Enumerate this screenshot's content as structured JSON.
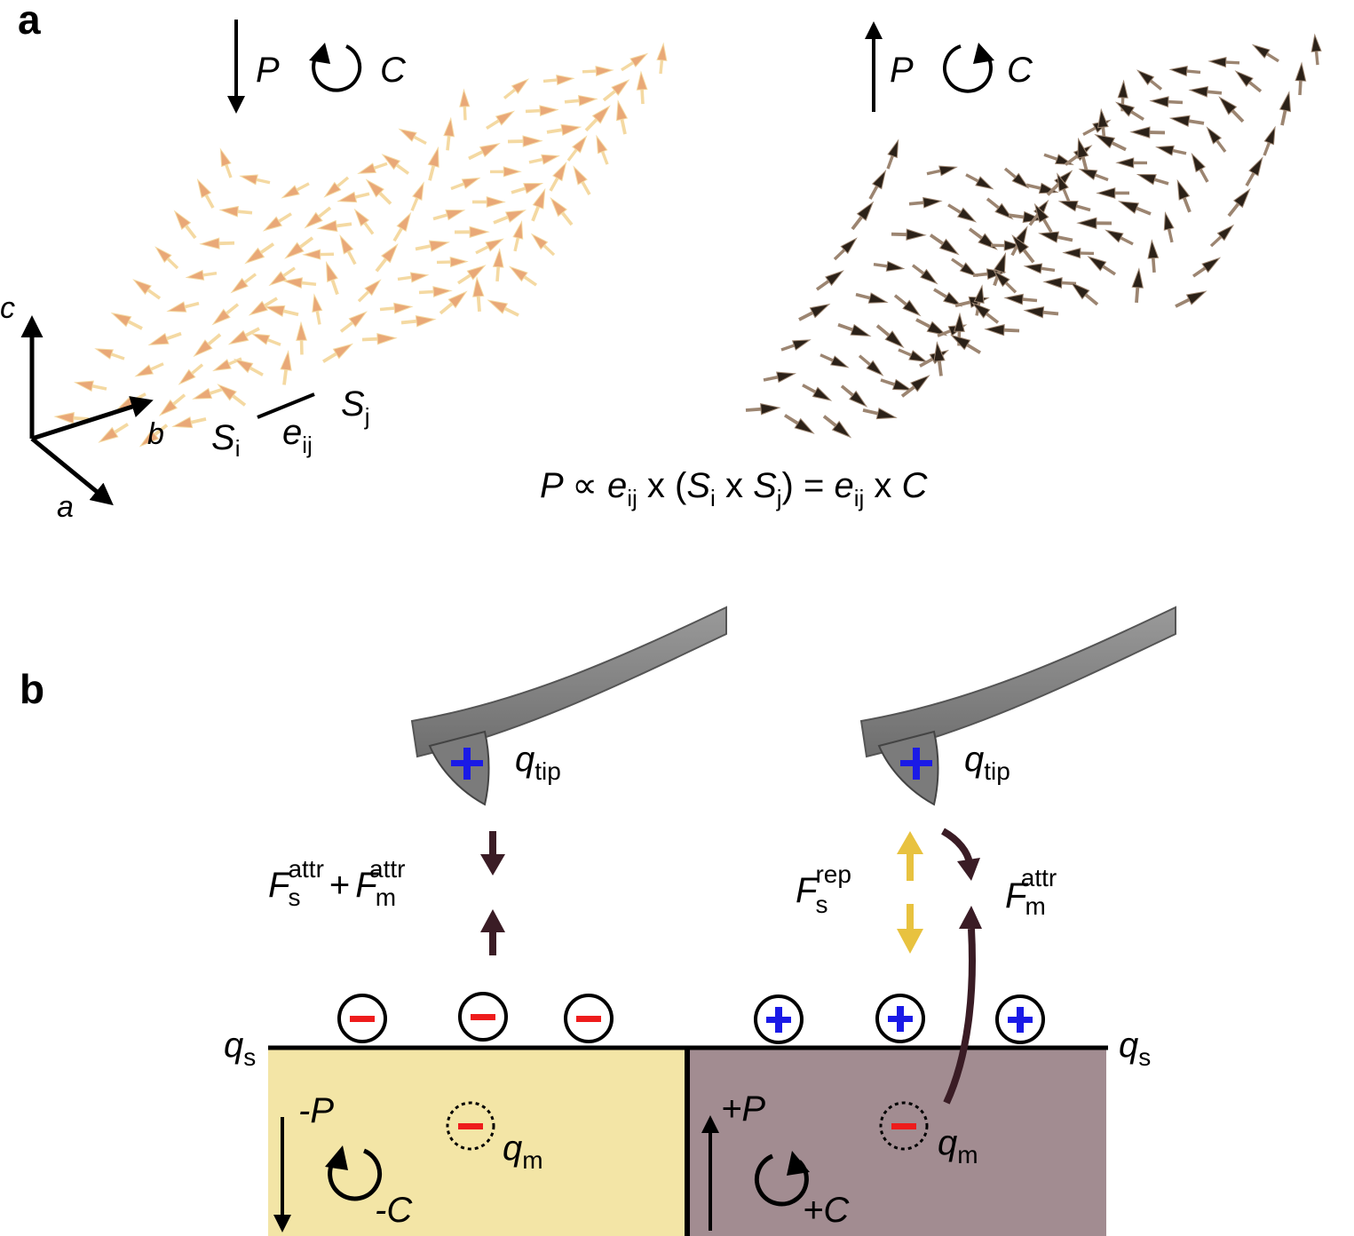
{
  "panel_a": {
    "label": "a",
    "left_texture": {
      "pol": "P",
      "chir": "C",
      "pol_dir": "down",
      "chir_dir": "counterclockwise",
      "arrow_color": "#e9a877",
      "arrow_color_light": "#f4d9a2"
    },
    "right_texture": {
      "pol": "P",
      "chir": "C",
      "pol_dir": "up",
      "chir_dir": "clockwise",
      "arrow_color": "#2b2118",
      "arrow_color_light": "#9c8571"
    },
    "axes": {
      "c": "c",
      "b": "b",
      "a": "a"
    },
    "bond": {
      "si": "S",
      "si_sub": "i",
      "sj": "S",
      "sj_sub": "j",
      "e": "e",
      "e_sub": "ij"
    },
    "equation": {
      "p1": "P ∝ ",
      "e1": "e",
      "e1_sub": "ij",
      "p2": " x (",
      "s1": "S",
      "s1_sub": "i",
      "p3": " x ",
      "s2": "S",
      "s2_sub": "j",
      "p4": ") = ",
      "e2": "e",
      "e2_sub": "ij",
      "p5": " x ",
      "c": "C"
    }
  },
  "panel_b": {
    "label": "b",
    "left": {
      "tip_label": "q",
      "tip_sub": "tip",
      "tip_sign": "+",
      "force": {
        "f1": "F",
        "f1_sub": "s",
        "f1_sup": "attr",
        "plus": "+",
        "f2": "F",
        "f2_sub": "m",
        "f2_sup": "attr"
      },
      "surface_signs": [
        "−",
        "−",
        "−"
      ],
      "bulk_sign": "−",
      "qm": "q",
      "qm_sub": "m",
      "pol": "-P",
      "chir": "-C",
      "fill": "#f3e5a6"
    },
    "right": {
      "tip_label": "q",
      "tip_sub": "tip",
      "tip_sign": "+",
      "force_rep": {
        "f": "F",
        "sub": "s",
        "sup": "rep"
      },
      "force_attr": {
        "f": "F",
        "sub": "m",
        "sup": "attr"
      },
      "surface_signs": [
        "+",
        "+",
        "+"
      ],
      "bulk_sign": "−",
      "qm": "q",
      "qm_sub": "m",
      "pol": "+P",
      "chir": "+C",
      "fill": "#a28c91"
    },
    "qs_left": {
      "q": "q",
      "sub": "s"
    },
    "qs_right": {
      "q": "q",
      "sub": "s"
    },
    "colors": {
      "negative": "#ee1c1c",
      "positive": "#1a1ae6",
      "attr_arrow": "#3a1c25",
      "rep_arrow": "#e8c23f",
      "cantilever": "#7b7b7b"
    }
  }
}
